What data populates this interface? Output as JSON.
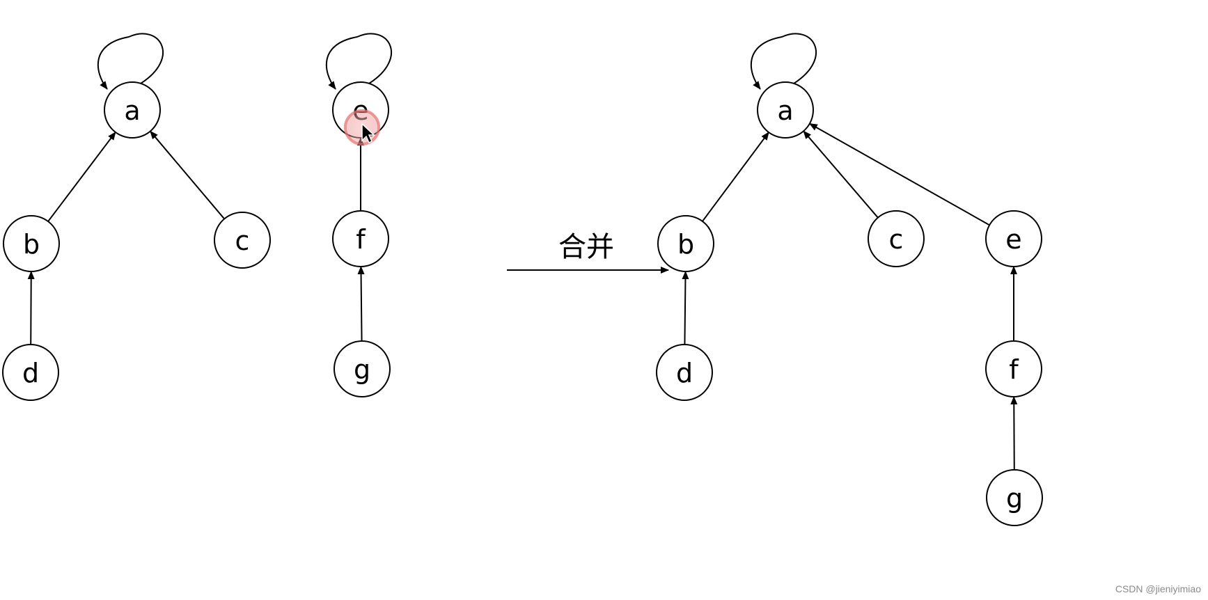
{
  "colors": {
    "stroke": "#000000",
    "background": "#ffffff",
    "cursor_highlight": "#e57373",
    "watermark": "#8a8a8a"
  },
  "before": {
    "tree1": {
      "nodes": [
        "a",
        "b",
        "c",
        "d"
      ],
      "edges": [
        [
          "b",
          "a"
        ],
        [
          "c",
          "a"
        ],
        [
          "d",
          "b"
        ]
      ],
      "root": "a"
    },
    "tree2": {
      "nodes": [
        "e",
        "f",
        "g"
      ],
      "edges": [
        [
          "f",
          "e"
        ],
        [
          "g",
          "f"
        ]
      ],
      "root": "e"
    }
  },
  "merge": {
    "label": "合并"
  },
  "after": {
    "nodes": [
      "a",
      "b",
      "c",
      "d",
      "e",
      "f",
      "g"
    ],
    "edges": [
      [
        "b",
        "a"
      ],
      [
        "c",
        "a"
      ],
      [
        "d",
        "b"
      ],
      [
        "e",
        "a"
      ],
      [
        "f",
        "e"
      ],
      [
        "g",
        "f"
      ]
    ],
    "root": "a"
  },
  "cursor": {
    "icon": "mouse-pointer-icon",
    "highlight": "click-highlight-ring"
  },
  "watermark": "CSDN @jieniyimiao"
}
